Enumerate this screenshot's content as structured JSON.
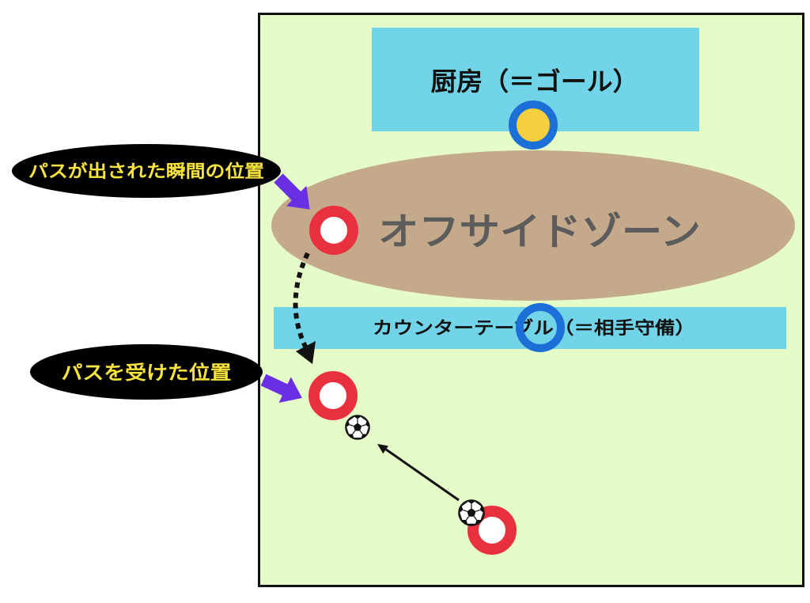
{
  "goal_area": {
    "label": "厨房（＝ゴール）"
  },
  "offside_zone": {
    "label": "オフサイドゾーン"
  },
  "defense_line": {
    "label": "カウンターテーブル（＝相手守備）"
  },
  "callouts": {
    "pass_moment": {
      "label": "パスが出された瞬間の位置"
    },
    "received": {
      "label": "パスを受けた位置"
    }
  },
  "icons": {
    "ball": "soccer-ball-icon",
    "pointer": "pointer-arrow-icon",
    "run_path": "dotted-curved-arrow-icon",
    "pass": "arrow-icon",
    "player": "player-marker-icon"
  },
  "colors": {
    "field": "#e5fbc8",
    "field_border": "#111111",
    "goal_area": "#71d4e8",
    "offside_zone": "#c4a98a",
    "offside_text": "#5c5c5c",
    "player": "#e9303f",
    "defender": "#1d6fd8",
    "goalkeeper_fill": "#f6cf3f",
    "callout_bg": "#000000",
    "callout_text": "#f8e43c",
    "pointer": "#6b2fe3",
    "arrow": "#111111"
  }
}
